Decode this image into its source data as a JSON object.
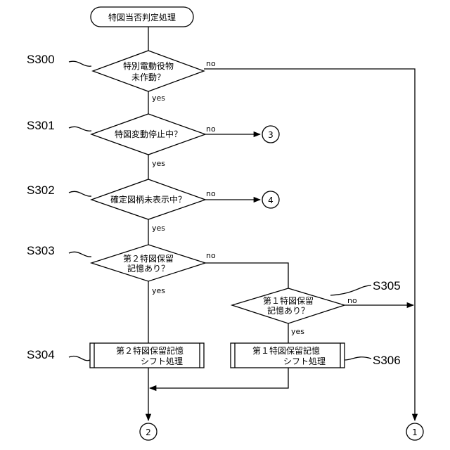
{
  "start": {
    "label": "特図当否判定処理"
  },
  "decisions": {
    "d300": {
      "step": "S300",
      "lines": [
        "特別電動役物",
        "未作動？"
      ],
      "no": "no",
      "yes": "yes"
    },
    "d301": {
      "step": "S301",
      "lines": [
        "特図変動停止中？"
      ],
      "no": "no",
      "yes": "yes"
    },
    "d302": {
      "step": "S302",
      "lines": [
        "確定図柄未表示中？"
      ],
      "no": "no",
      "yes": "yes"
    },
    "d303": {
      "step": "S303",
      "lines": [
        "第２特図保留",
        "記憶あり？"
      ],
      "no": "no",
      "yes": "yes"
    },
    "d305": {
      "step": "S305",
      "lines": [
        "第１特図保留",
        "記憶あり？"
      ],
      "no": "no",
      "yes": "yes"
    }
  },
  "processes": {
    "p304": {
      "step": "S304",
      "lines": [
        "第２特図保留記憶",
        "シフト処理"
      ]
    },
    "p306": {
      "step": "S306",
      "lines": [
        "第１特図保留記憶",
        "シフト処理"
      ]
    }
  },
  "connectors": {
    "c1": "1",
    "c2": "2",
    "c3": "3",
    "c4": "4"
  }
}
